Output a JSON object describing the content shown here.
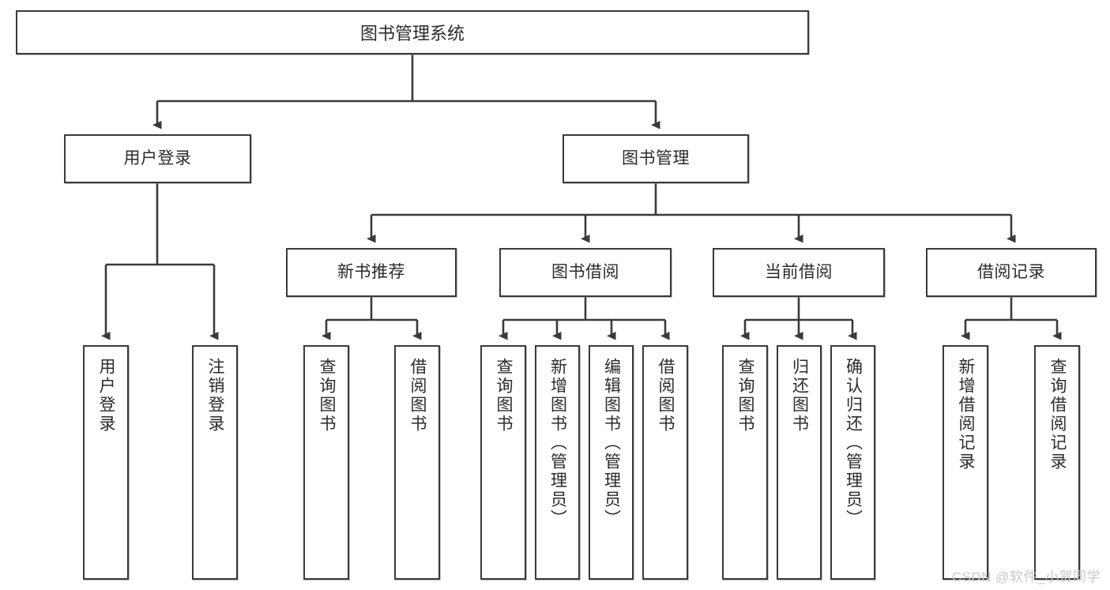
{
  "diagram": {
    "title": "图书管理系统",
    "watermark": "CSDN @软件_小贺同学",
    "colors": {
      "stroke": "#3a3a3a",
      "box_fill": "#ffffff",
      "text": "#2b2b2b",
      "watermark": "#c9c9c9",
      "background": "#ffffff"
    },
    "levels": {
      "root": {
        "label": "图书管理系统"
      },
      "level2": [
        {
          "label": "用户登录"
        },
        {
          "label": "图书管理"
        }
      ],
      "level3": [
        {
          "label": "新书推荐"
        },
        {
          "label": "图书借阅"
        },
        {
          "label": "当前借阅"
        },
        {
          "label": "借阅记录"
        }
      ],
      "leaves": [
        {
          "label": "用户登录",
          "parent": "用户登录"
        },
        {
          "label": "注销登录",
          "parent": "用户登录"
        },
        {
          "label": "查询图书",
          "parent": "新书推荐"
        },
        {
          "label": "借阅图书",
          "parent": "新书推荐"
        },
        {
          "label": "查询图书",
          "parent": "图书借阅"
        },
        {
          "label": "新增图书（管理员）",
          "parent": "图书借阅"
        },
        {
          "label": "编辑图书（管理员）",
          "parent": "图书借阅"
        },
        {
          "label": "借阅图书",
          "parent": "图书借阅"
        },
        {
          "label": "查询图书",
          "parent": "当前借阅"
        },
        {
          "label": "归还图书",
          "parent": "当前借阅"
        },
        {
          "label": "确认归还（管理员）",
          "parent": "当前借阅"
        },
        {
          "label": "新增借阅记录",
          "parent": "借阅记录"
        },
        {
          "label": "查询借阅记录",
          "parent": "借阅记录"
        }
      ]
    }
  }
}
